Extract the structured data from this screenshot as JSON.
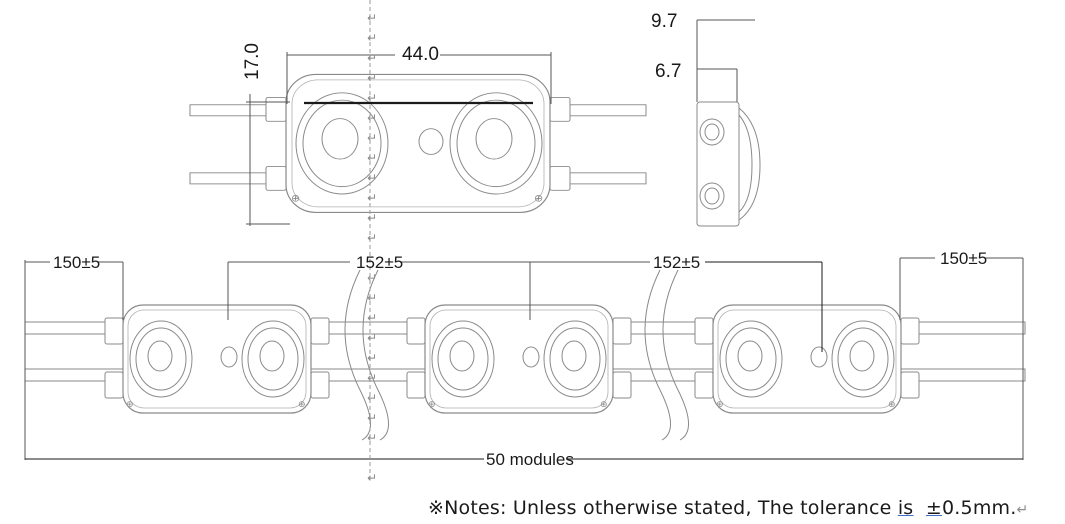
{
  "dimensions": {
    "width_top": "44.0",
    "height_left": "17.0",
    "side_total": "9.7",
    "side_body": "6.7",
    "lead_left": "150±5",
    "pitch_1": "152±5",
    "pitch_2": "152±5",
    "lead_right": "150±5",
    "chain": "50 modules"
  },
  "notes": {
    "text_before": "※Notes: Unless otherwise stated, The tolerance ",
    "underlined": "is",
    "tolerance": "±",
    "text_after": "0.5mm."
  },
  "glyphs": {
    "return_mark": "↵"
  },
  "colors": {
    "line": "#6e6e6e",
    "dim_line": "#1a1a1a",
    "paragraph_mark": "#8c8c8c",
    "underline": "#3a6fd0"
  }
}
